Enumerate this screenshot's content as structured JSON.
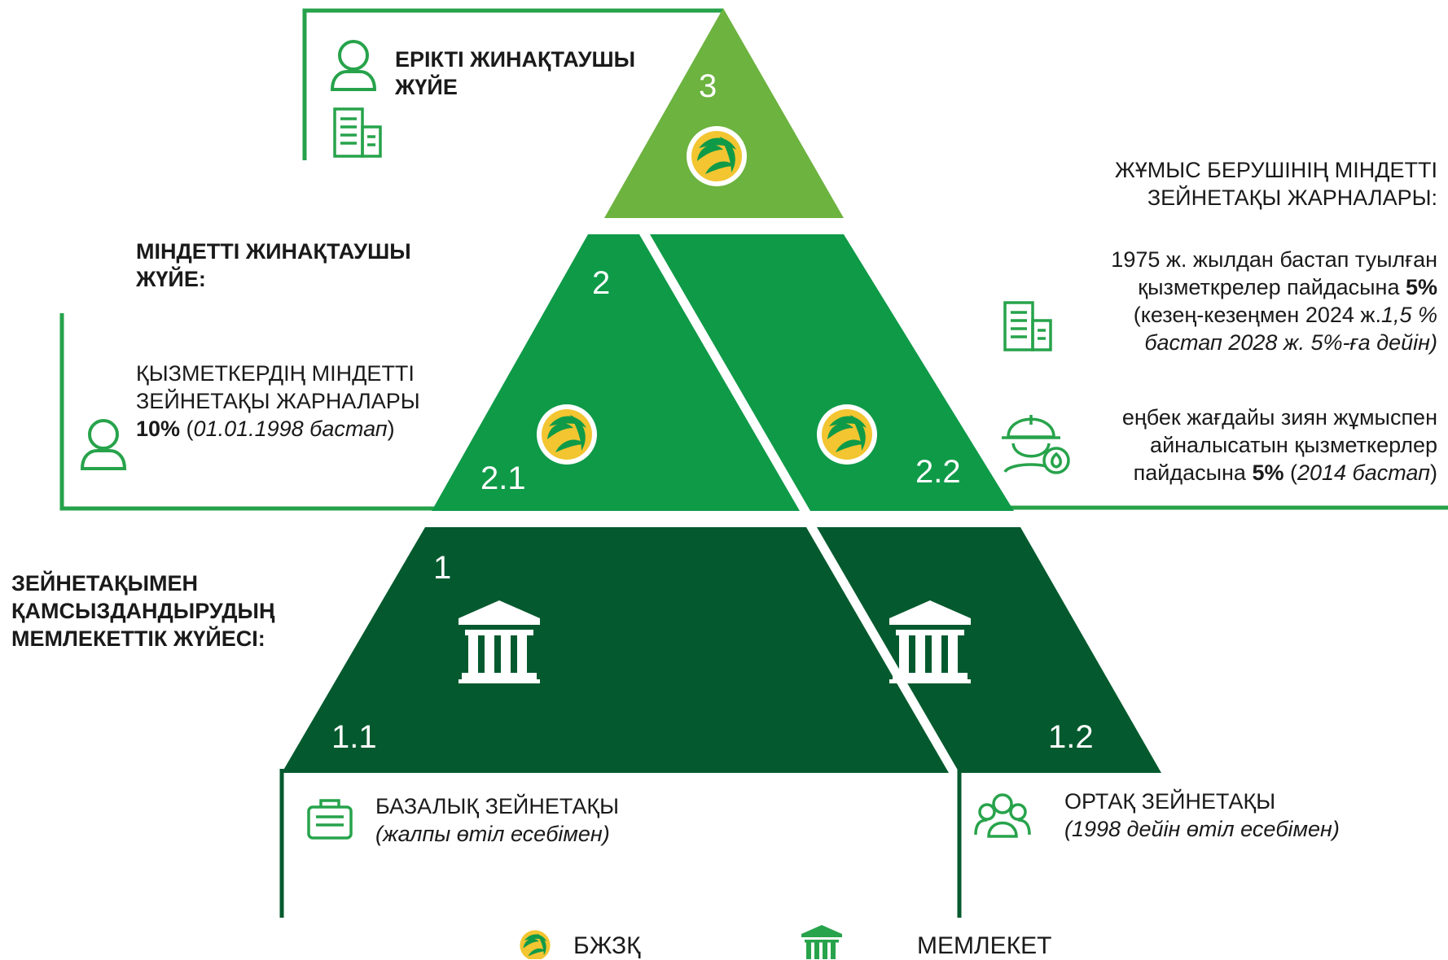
{
  "colors": {
    "tier3": "#6cb33f",
    "tier2": "#0f9a48",
    "tier1": "#045a2e",
    "line": "#26a24a",
    "icon": "#27a34b",
    "logo_gold": "#f2c531"
  },
  "tier3": {
    "number": "3",
    "title_line1": "ЕРІКТІ ЖИНАҚТАУШЫ",
    "title_line2": "ЖҮЙЕ",
    "icons": [
      "person-icon",
      "building-icon",
      "enpf-logo-icon"
    ]
  },
  "tier2": {
    "number": "2",
    "title_line1": "МІНДЕТТІ ЖИНАҚТАУШЫ",
    "title_line2": "ЖҮЙЕ:",
    "left": {
      "number": "2.1",
      "line1": "ҚЫЗМЕТКЕРДІҢ МІНДЕТТІ",
      "line2": "ЗЕЙНЕТАҚЫ ЖАРНАЛАРЫ",
      "percent": "10%",
      "open_paren": " (",
      "since": "01.01.1998 бастап",
      "close_paren": ")"
    },
    "right": {
      "number": "2.2",
      "title_line1": "ЖҰМЫС БЕРУШІНІҢ МІНДЕТТІ",
      "title_line2": "ЗЕЙНЕТАҚЫ ЖАРНАЛАРЫ:",
      "item1_line1": "1975 ж. жылдан бастап туылған",
      "item1_line2_a": "қызметкрелер пайдасына ",
      "item1_line2_b": "5%",
      "item1_line3_a": "(кезең-кезеңмен 2024 ж.",
      "item1_line3_b": "1,5 %",
      "item1_line4": "бастап 2028 ж. 5%-ға дейін)",
      "item2_line1": "еңбек жағдайы зиян жұмыспен",
      "item2_line2": "айналысатын қызметкерлер",
      "item2_line3_a": "пайдасына ",
      "item2_line3_b": "5%",
      "item2_line3_c": " (",
      "item2_line3_d": "2014 бастап",
      "item2_line3_e": ")"
    }
  },
  "tier1": {
    "number": "1",
    "title_line1": "ЗЕЙНЕТАҚЫМЕН",
    "title_line2": "ҚАМСЫЗДАНДЫРУДЫҢ",
    "title_line3": "МЕМЛЕКЕТТІК ЖҮЙЕСІ:",
    "left": {
      "number": "1.1",
      "label": "БАЗАЛЫҚ ЗЕЙНЕТАҚЫ",
      "note": "(жалпы өтіл есебімен)"
    },
    "right": {
      "number": "1.2",
      "label": "ОРТАҚ ЗЕЙНЕТАҚЫ",
      "note": "(1998 дейін өтіл есебімен)"
    }
  },
  "legend": {
    "fund_label": "БЖЗҚ",
    "state_label": "МЕМЛЕКЕТ"
  }
}
